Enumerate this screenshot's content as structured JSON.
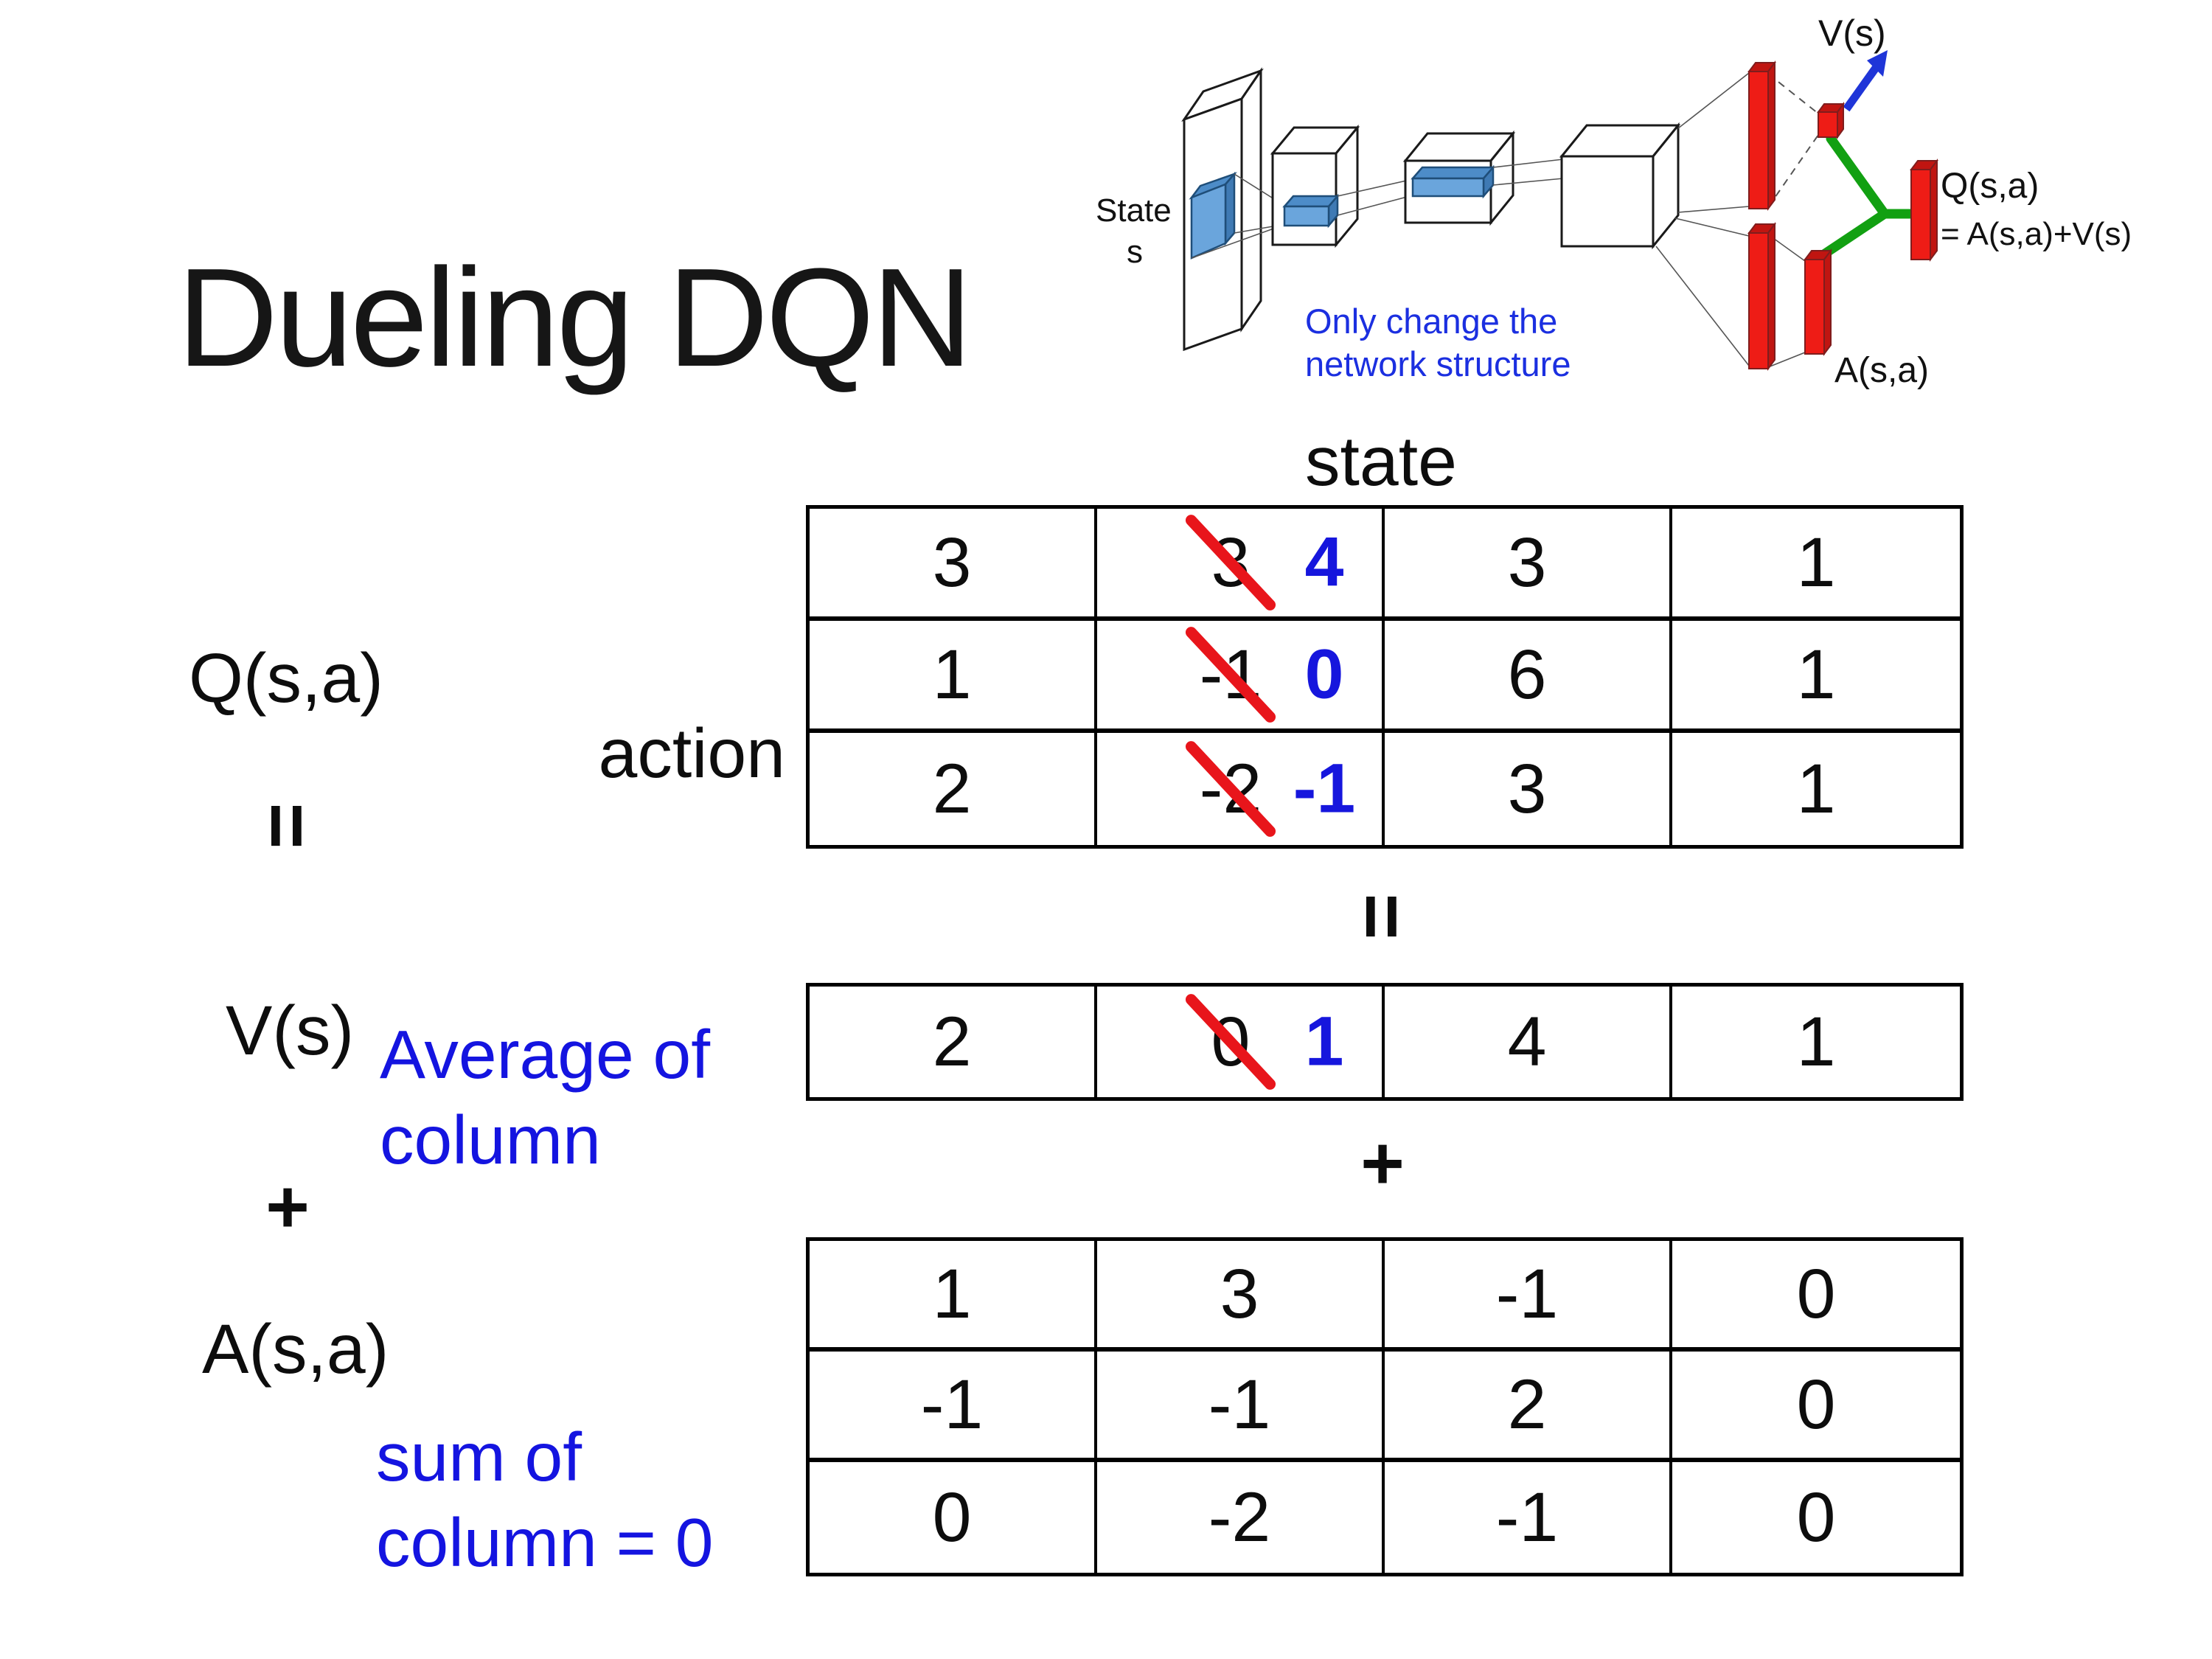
{
  "title": "Dueling DQN",
  "colors": {
    "annotation_blue": "#1414e0",
    "new_value_blue": "#1616dd",
    "strike_red": "#e8151b",
    "bar_red": "#ee1c16",
    "bar_red_dark": "#c01511",
    "slab_blue": "#6aa5dc",
    "green": "#12a012",
    "arrow_blue": "#1f35d8"
  },
  "diagram": {
    "state_label": "State",
    "state_s": "s",
    "note1": "Only change the",
    "note2": "network structure",
    "v_out": "V(s)",
    "q_out": "Q(s,a)",
    "q_out2": "= A(s,a)+V(s)",
    "a_out": "A(s,a)"
  },
  "matrix": {
    "state_header": "state",
    "action_label": "action",
    "q_label": "Q(s,a)",
    "v_label": "V(s)",
    "a_label": "A(s,a)",
    "equals": "=",
    "plus": "+",
    "avg_note1": "Average of",
    "avg_note2": "column",
    "sum_note1": "sum of",
    "sum_note2": "column = 0",
    "q_table": [
      [
        {
          "v": "3"
        },
        {
          "old": "3",
          "new": "4"
        },
        {
          "v": "3"
        },
        {
          "v": "1"
        }
      ],
      [
        {
          "v": "1"
        },
        {
          "old": "-1",
          "new": "0"
        },
        {
          "v": "6"
        },
        {
          "v": "1"
        }
      ],
      [
        {
          "v": "2"
        },
        {
          "old": "-2",
          "new": "-1"
        },
        {
          "v": "3"
        },
        {
          "v": "1"
        }
      ]
    ],
    "v_table": [
      [
        {
          "v": "2"
        },
        {
          "old": "0",
          "new": "1"
        },
        {
          "v": "4"
        },
        {
          "v": "1"
        }
      ]
    ],
    "a_table": [
      [
        {
          "v": "1"
        },
        {
          "v": "3"
        },
        {
          "v": "-1"
        },
        {
          "v": "0"
        }
      ],
      [
        {
          "v": "-1"
        },
        {
          "v": "-1"
        },
        {
          "v": "2"
        },
        {
          "v": "0"
        }
      ],
      [
        {
          "v": "0"
        },
        {
          "v": "-2"
        },
        {
          "v": "-1"
        },
        {
          "v": "0"
        }
      ]
    ]
  }
}
